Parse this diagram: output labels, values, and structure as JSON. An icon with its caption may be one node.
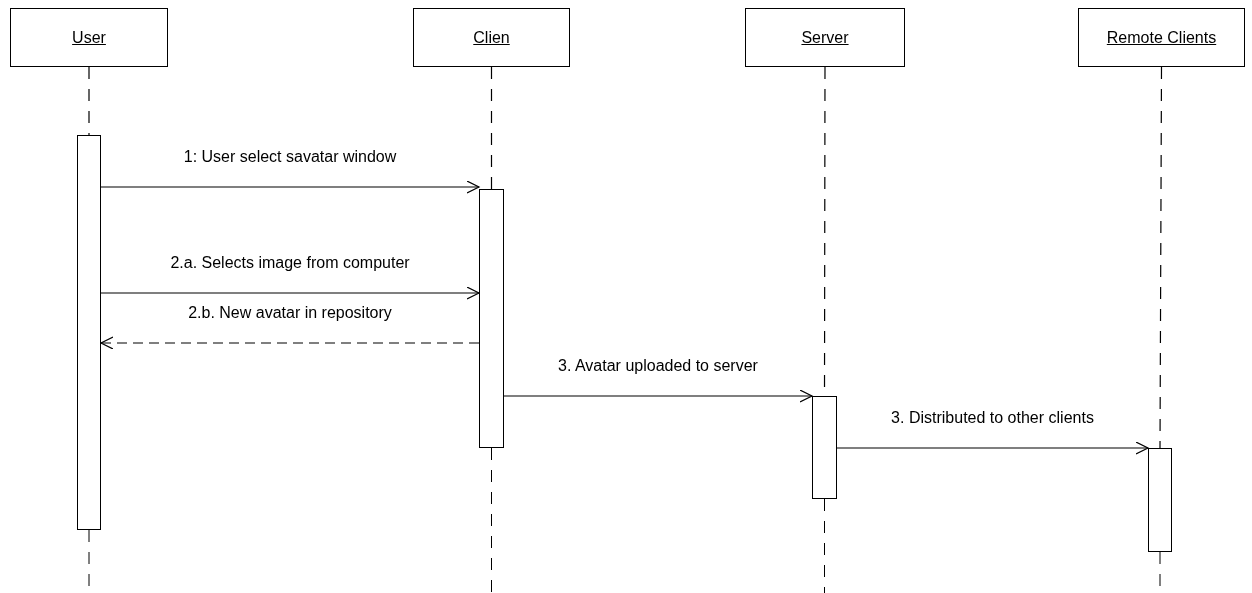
{
  "diagram": {
    "nodes": [
      {
        "text": [
          "User"
        ]
      },
      {
        "text": [
          "Clien"
        ]
      },
      {
        "text": [
          "Server"
        ]
      },
      {
        "text": [
          "Remote Clients"
        ]
      },
      {
        "text": [],
        "shape": "bar"
      },
      {
        "text": [],
        "shape": "bar"
      },
      {
        "text": [],
        "shape": "bar"
      },
      {
        "text": [],
        "shape": "bar"
      }
    ],
    "edges": [
      {
        "from": 0,
        "to": 4,
        "arrow": "none",
        "style": "dashed"
      },
      {
        "from": 1,
        "to": 5,
        "arrow": "none",
        "style": "dashed"
      },
      {
        "from": 2,
        "to": 6,
        "arrow": "none",
        "style": "dashed"
      },
      {
        "from": 3,
        "to": 7,
        "arrow": "none",
        "style": "dashed"
      },
      {
        "from": 4,
        "to": 5,
        "arrow": "to",
        "label": "1: User select savatar window"
      },
      {
        "from": 4,
        "to": 5,
        "arrow": "to",
        "label": "2.a. Selects image from computer"
      },
      {
        "from": 5,
        "to": 4,
        "arrow": "to",
        "label": "2.b. New avatar in repository",
        "style": "dashed"
      },
      {
        "from": 5,
        "to": 6,
        "arrow": "to",
        "label": "3. Avatar uploaded to server"
      },
      {
        "from": 6,
        "to": 7,
        "arrow": "to",
        "label": "3. Distributed to other clients"
      }
    ]
  }
}
